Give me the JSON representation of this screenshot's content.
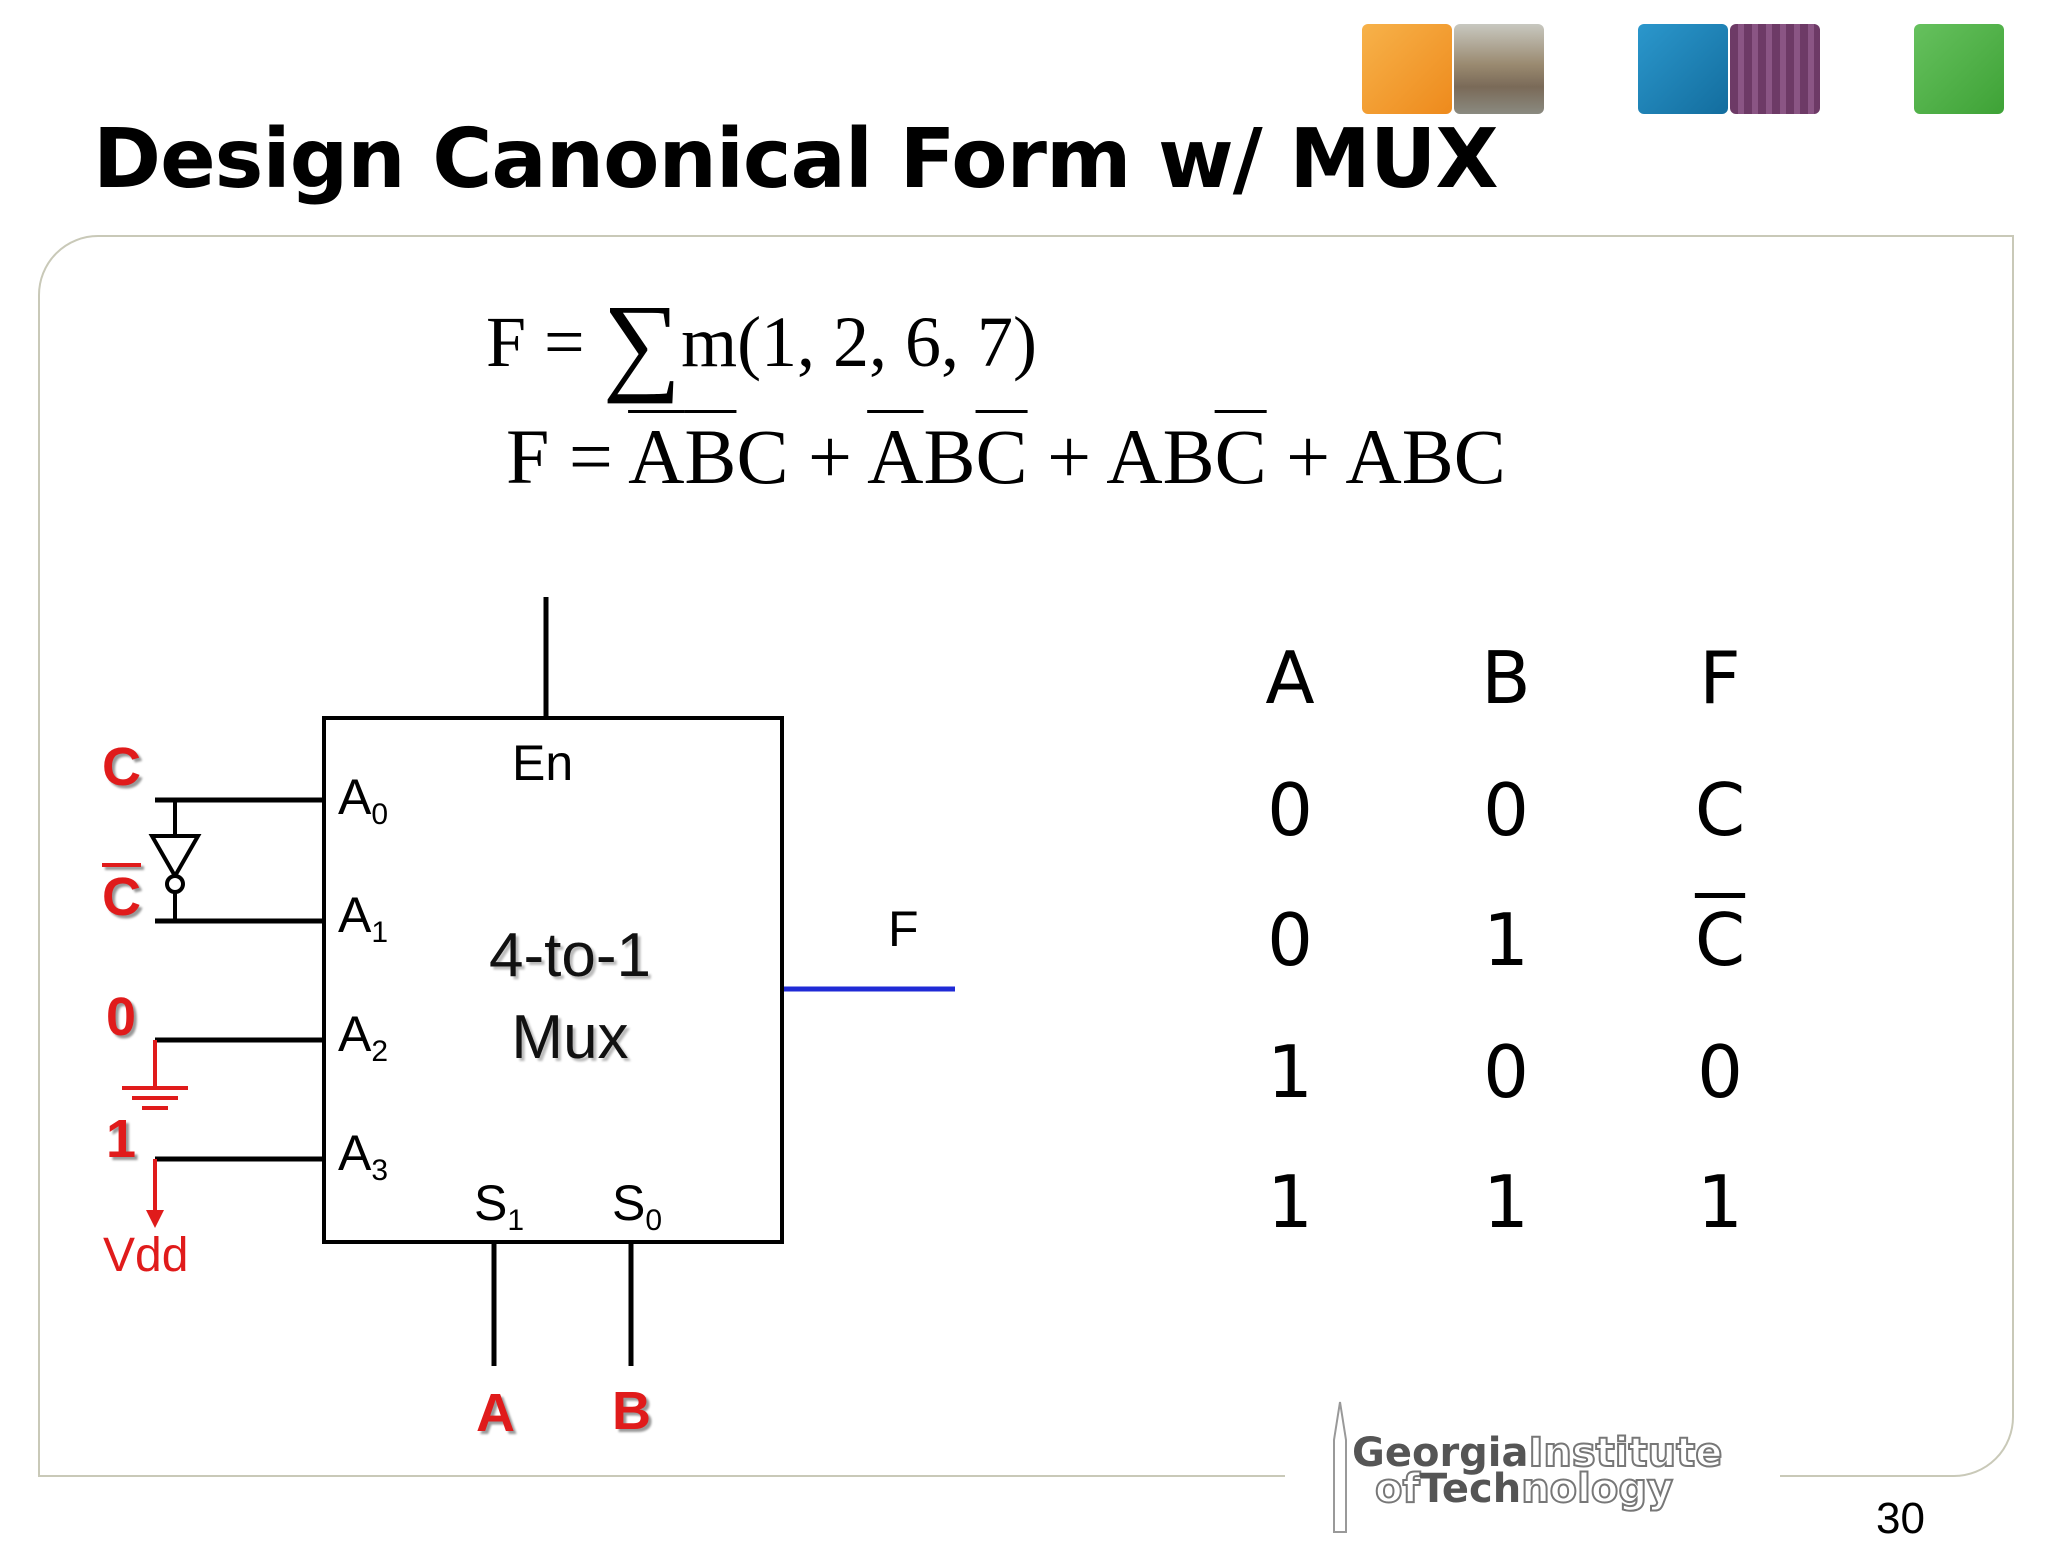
{
  "slide": {
    "title": "Design Canonical Form w/ MUX",
    "page_number": "30"
  },
  "header_tiles": {
    "colors": [
      "#f39a2a",
      "#1a7fb8",
      "#52b44a"
    ]
  },
  "equations": {
    "sum_lhs": "F =",
    "sum_symbol": "∑",
    "sum_rhs": "m(1, 2, 6, 7)",
    "expr_lhs": "F =",
    "terms": [
      {
        "parts": [
          {
            "t": "A",
            "bar": true
          },
          {
            "t": "B",
            "bar": true
          },
          {
            "t": "C",
            "bar": false
          }
        ]
      },
      {
        "parts": [
          {
            "t": "A",
            "bar": true
          },
          {
            "t": "B",
            "bar": false
          },
          {
            "t": "C",
            "bar": true
          }
        ]
      },
      {
        "parts": [
          {
            "t": "A",
            "bar": false
          },
          {
            "t": "B",
            "bar": false
          },
          {
            "t": "C",
            "bar": true
          }
        ]
      },
      {
        "parts": [
          {
            "t": "A",
            "bar": false
          },
          {
            "t": "B",
            "bar": false
          },
          {
            "t": "C",
            "bar": false
          }
        ]
      }
    ],
    "plus": "+"
  },
  "mux": {
    "enable_label": "En",
    "title_line1": "4-to-1",
    "title_line2": "Mux",
    "output_label": "F",
    "input_pins": [
      "A",
      "A",
      "A",
      "A"
    ],
    "input_subs": [
      "0",
      "1",
      "2",
      "3"
    ],
    "select_pins": [
      "S",
      "S"
    ],
    "select_subs": [
      "1",
      "0"
    ]
  },
  "inputs": {
    "a0": "C",
    "a1": "C",
    "a2": "0",
    "a3": "1",
    "vdd": "Vdd",
    "sel_a": "A",
    "sel_b": "B"
  },
  "truth_table": {
    "headers": [
      "A",
      "B",
      "F"
    ],
    "rows": [
      [
        "0",
        "0",
        "C"
      ],
      [
        "0",
        "1",
        "C"
      ],
      [
        "1",
        "0",
        "0"
      ],
      [
        "1",
        "1",
        "1"
      ]
    ],
    "barred_cells": [
      [
        1,
        2
      ]
    ]
  },
  "logo": {
    "line1_bold": "Georgia",
    "line1_outline": "Institute",
    "line2_outline_prefix": "of",
    "line2_bold": "Tech",
    "line2_outline": "nology"
  }
}
